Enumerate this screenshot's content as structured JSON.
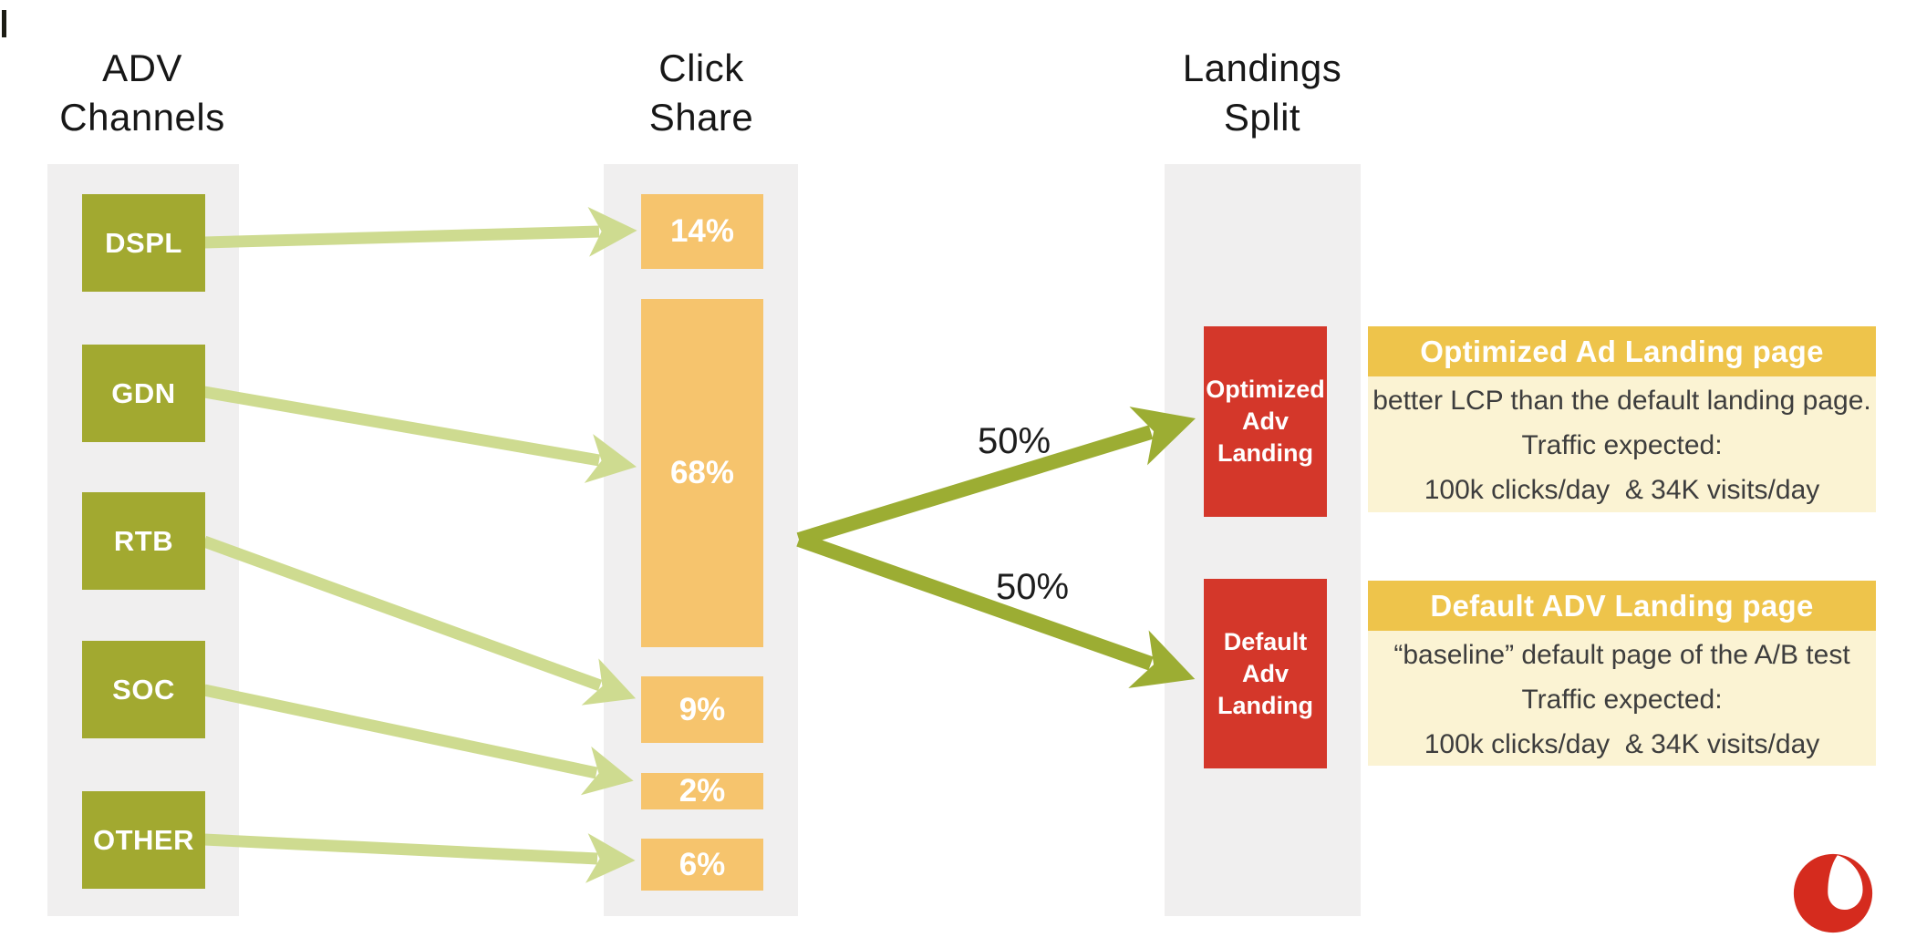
{
  "slide": {
    "columns": {
      "adv_channels": {
        "title": "ADV\nChannels",
        "items": [
          "DSPL",
          "GDN",
          "RTB",
          "SOC",
          "OTHER"
        ]
      },
      "click_share": {
        "title": "Click\nShare",
        "items": [
          "14%",
          "68%",
          "9%",
          "2%",
          "6%"
        ]
      },
      "landings_split": {
        "title": "Landings\nSplit",
        "items": [
          "Optimized\nAdv\nLanding",
          "Default\nAdv\nLanding"
        ]
      }
    },
    "flow": {
      "channel_to_share": [
        {
          "from": "DSPL",
          "to": "14%"
        },
        {
          "from": "GDN",
          "to": "68%"
        },
        {
          "from": "RTB",
          "to": "9%"
        },
        {
          "from": "SOC",
          "to": "2%"
        },
        {
          "from": "OTHER",
          "to": "6%"
        }
      ],
      "split_top_label": "50%",
      "split_bottom_label": "50%"
    },
    "panels": [
      {
        "title": "Optimized Ad Landing page",
        "body": "better LCP than the default landing page.\nTraffic expected:\n100k clicks/day  & 34K visits/day"
      },
      {
        "title": "Default ADV Landing page",
        "body": "“baseline” default page of the A/B test\nTraffic expected:\n100k clicks/day  & 34K visits/day"
      }
    ],
    "icons": {
      "logo": "vodafone-speechmark-logo"
    },
    "colors": {
      "channel_green": "#a2a930",
      "flow_arrow_light": "#cedb90",
      "flow_arrow_dark": "#9cad33",
      "share_orange": "#f6c46d",
      "landing_red": "#d4372a",
      "panel_header_yellow": "#eec44b",
      "panel_body_cream": "#fbf3d3",
      "column_gray": "#f0efef",
      "logo_red": "#d52b1e"
    }
  }
}
